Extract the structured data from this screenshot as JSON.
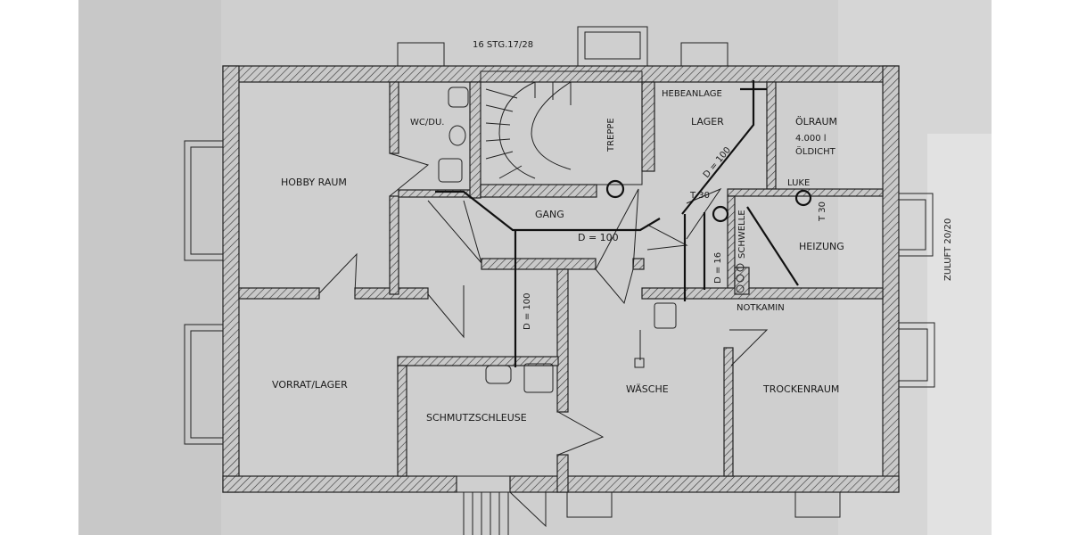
{
  "plan": {
    "stair_note": "16 STG.17/28",
    "rooms": {
      "hobby": "HOBBY RAUM",
      "wc": "WC/DU.",
      "treppe": "TREPPE",
      "lager": "LAGER",
      "hebeanlage": "HEBEANLAGE",
      "oelraum": "ÖLRAUM",
      "oel_volume": "4.000 l",
      "oel_dicht": "ÖLDICHT",
      "gang": "GANG",
      "heizung": "HEIZUNG",
      "luke": "LUKE",
      "vorrat": "VORRAT/LAGER",
      "schmutz": "SCHMUTZSCHLEUSE",
      "waesche": "WÄSCHE",
      "trocken": "TROCKENRAUM",
      "notkamin": "NOTKAMIN",
      "schwelle": "SCHWELLE",
      "zuluft": "ZULUFT 20/20"
    },
    "dims": {
      "d100_gang": "D = 100",
      "d100_diag": "D = 100",
      "d100_vert": "D = 100",
      "d16": "D = 16",
      "t30_a": "T 30",
      "t30_b": "T 30"
    }
  }
}
